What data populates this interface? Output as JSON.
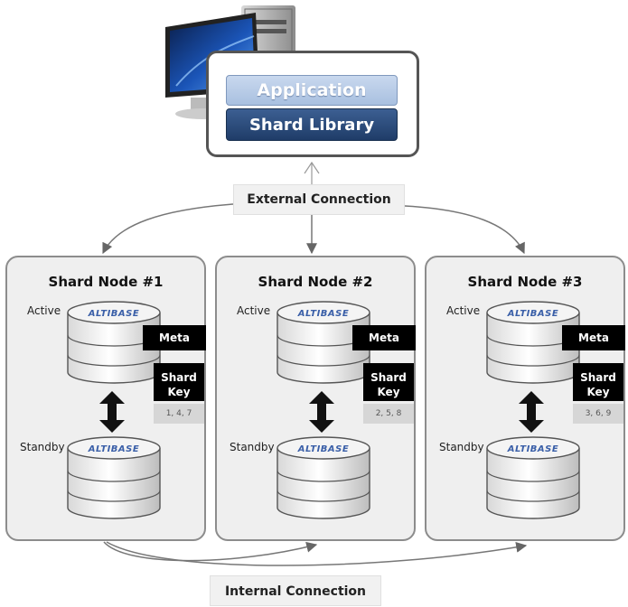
{
  "client": {
    "application_label": "Application",
    "library_label": "Shard Library"
  },
  "external_connection_label": "External Connection",
  "internal_connection_label": "Internal Connection",
  "logo_text": "ALTIBASE",
  "nodes": [
    {
      "title": "Shard Node #1",
      "active_label": "Active",
      "standby_label": "Standby",
      "meta_label": "Meta",
      "shard_key_label": "Shard Key",
      "key_values": "1, 4, 7"
    },
    {
      "title": "Shard Node #2",
      "active_label": "Active",
      "standby_label": "Standby",
      "meta_label": "Meta",
      "shard_key_label": "Shard Key",
      "key_values": "2, 5, 8"
    },
    {
      "title": "Shard Node #3",
      "active_label": "Active",
      "standby_label": "Standby",
      "meta_label": "Meta",
      "shard_key_label": "Shard Key",
      "key_values": "3, 6, 9"
    }
  ],
  "colors": {
    "library_blue": "#1f3c68",
    "application_blue": "#a9c0e0",
    "altibase_logo": "#3a5fa8"
  }
}
